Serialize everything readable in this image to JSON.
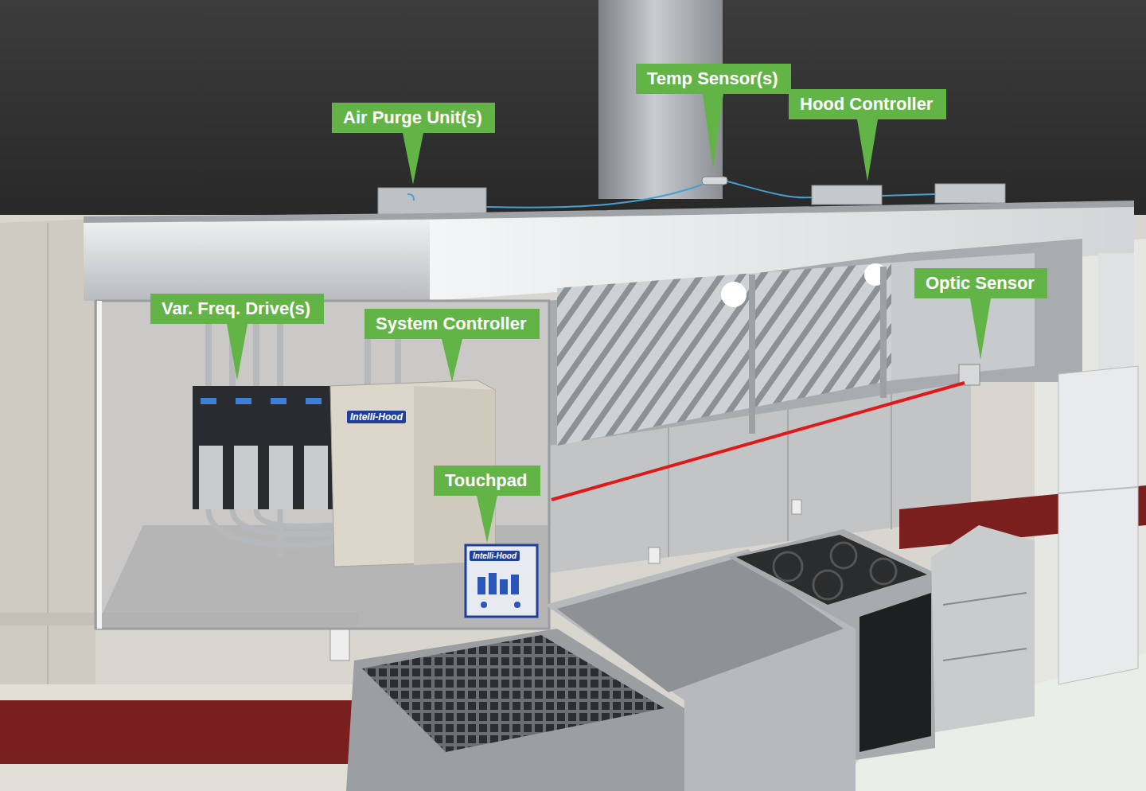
{
  "diagram": {
    "nodes": [
      {
        "text": [
          "Temp Sensor(s)"
        ]
      },
      {
        "text": [
          "Hood Controller"
        ]
      },
      {
        "text": [
          "Air Purge Unit(s)"
        ]
      },
      {
        "text": [
          "Optic Sensor"
        ]
      },
      {
        "text": [
          "Var. Freq. Drive(s)"
        ]
      },
      {
        "text": [
          "System Controller"
        ]
      },
      {
        "text": [
          "Touchpad"
        ]
      }
    ],
    "labels": [
      "Intelli-Hood",
      "Intelli-Hood"
    ]
  }
}
